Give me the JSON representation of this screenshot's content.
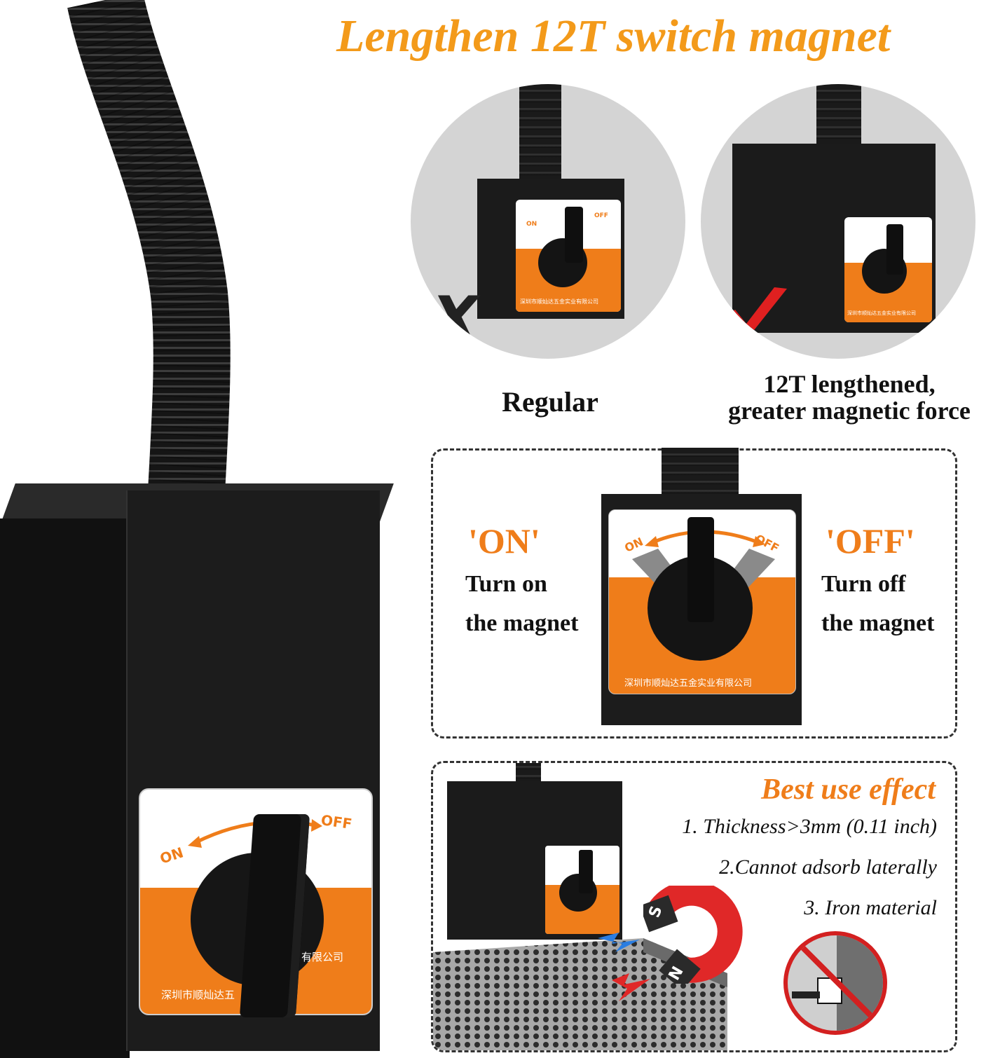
{
  "title": "Lengthen 12T switch magnet",
  "comparison": {
    "regular_label": "Regular",
    "lengthened_line1": "12T lengthened,",
    "lengthened_line2": "greater magnetic force",
    "x_mark": "X"
  },
  "switch": {
    "on_title": "'ON'",
    "on_line1": "Turn on",
    "on_line2": "the magnet",
    "off_title": "'OFF'",
    "off_line1": "Turn off",
    "off_line2": "the magnet"
  },
  "dial": {
    "on": "ON",
    "off": "OFF",
    "plate_text": "深圳市顺灿达五金实业有限公司",
    "plate_text_partial_left": "深圳市顺灿达五",
    "plate_text_partial_right": "有限公司"
  },
  "best_use": {
    "heading": "Best use effect",
    "item1": "1. Thickness>3mm (0.11 inch)",
    "item2": "2.Cannot adsorb laterally",
    "item3": "3. Iron material"
  },
  "magnet_poles": {
    "s": "S",
    "n": "N"
  },
  "colors": {
    "accent_orange": "#ef7d1a",
    "title_orange": "#f39a1a",
    "check_red": "#e02020"
  }
}
